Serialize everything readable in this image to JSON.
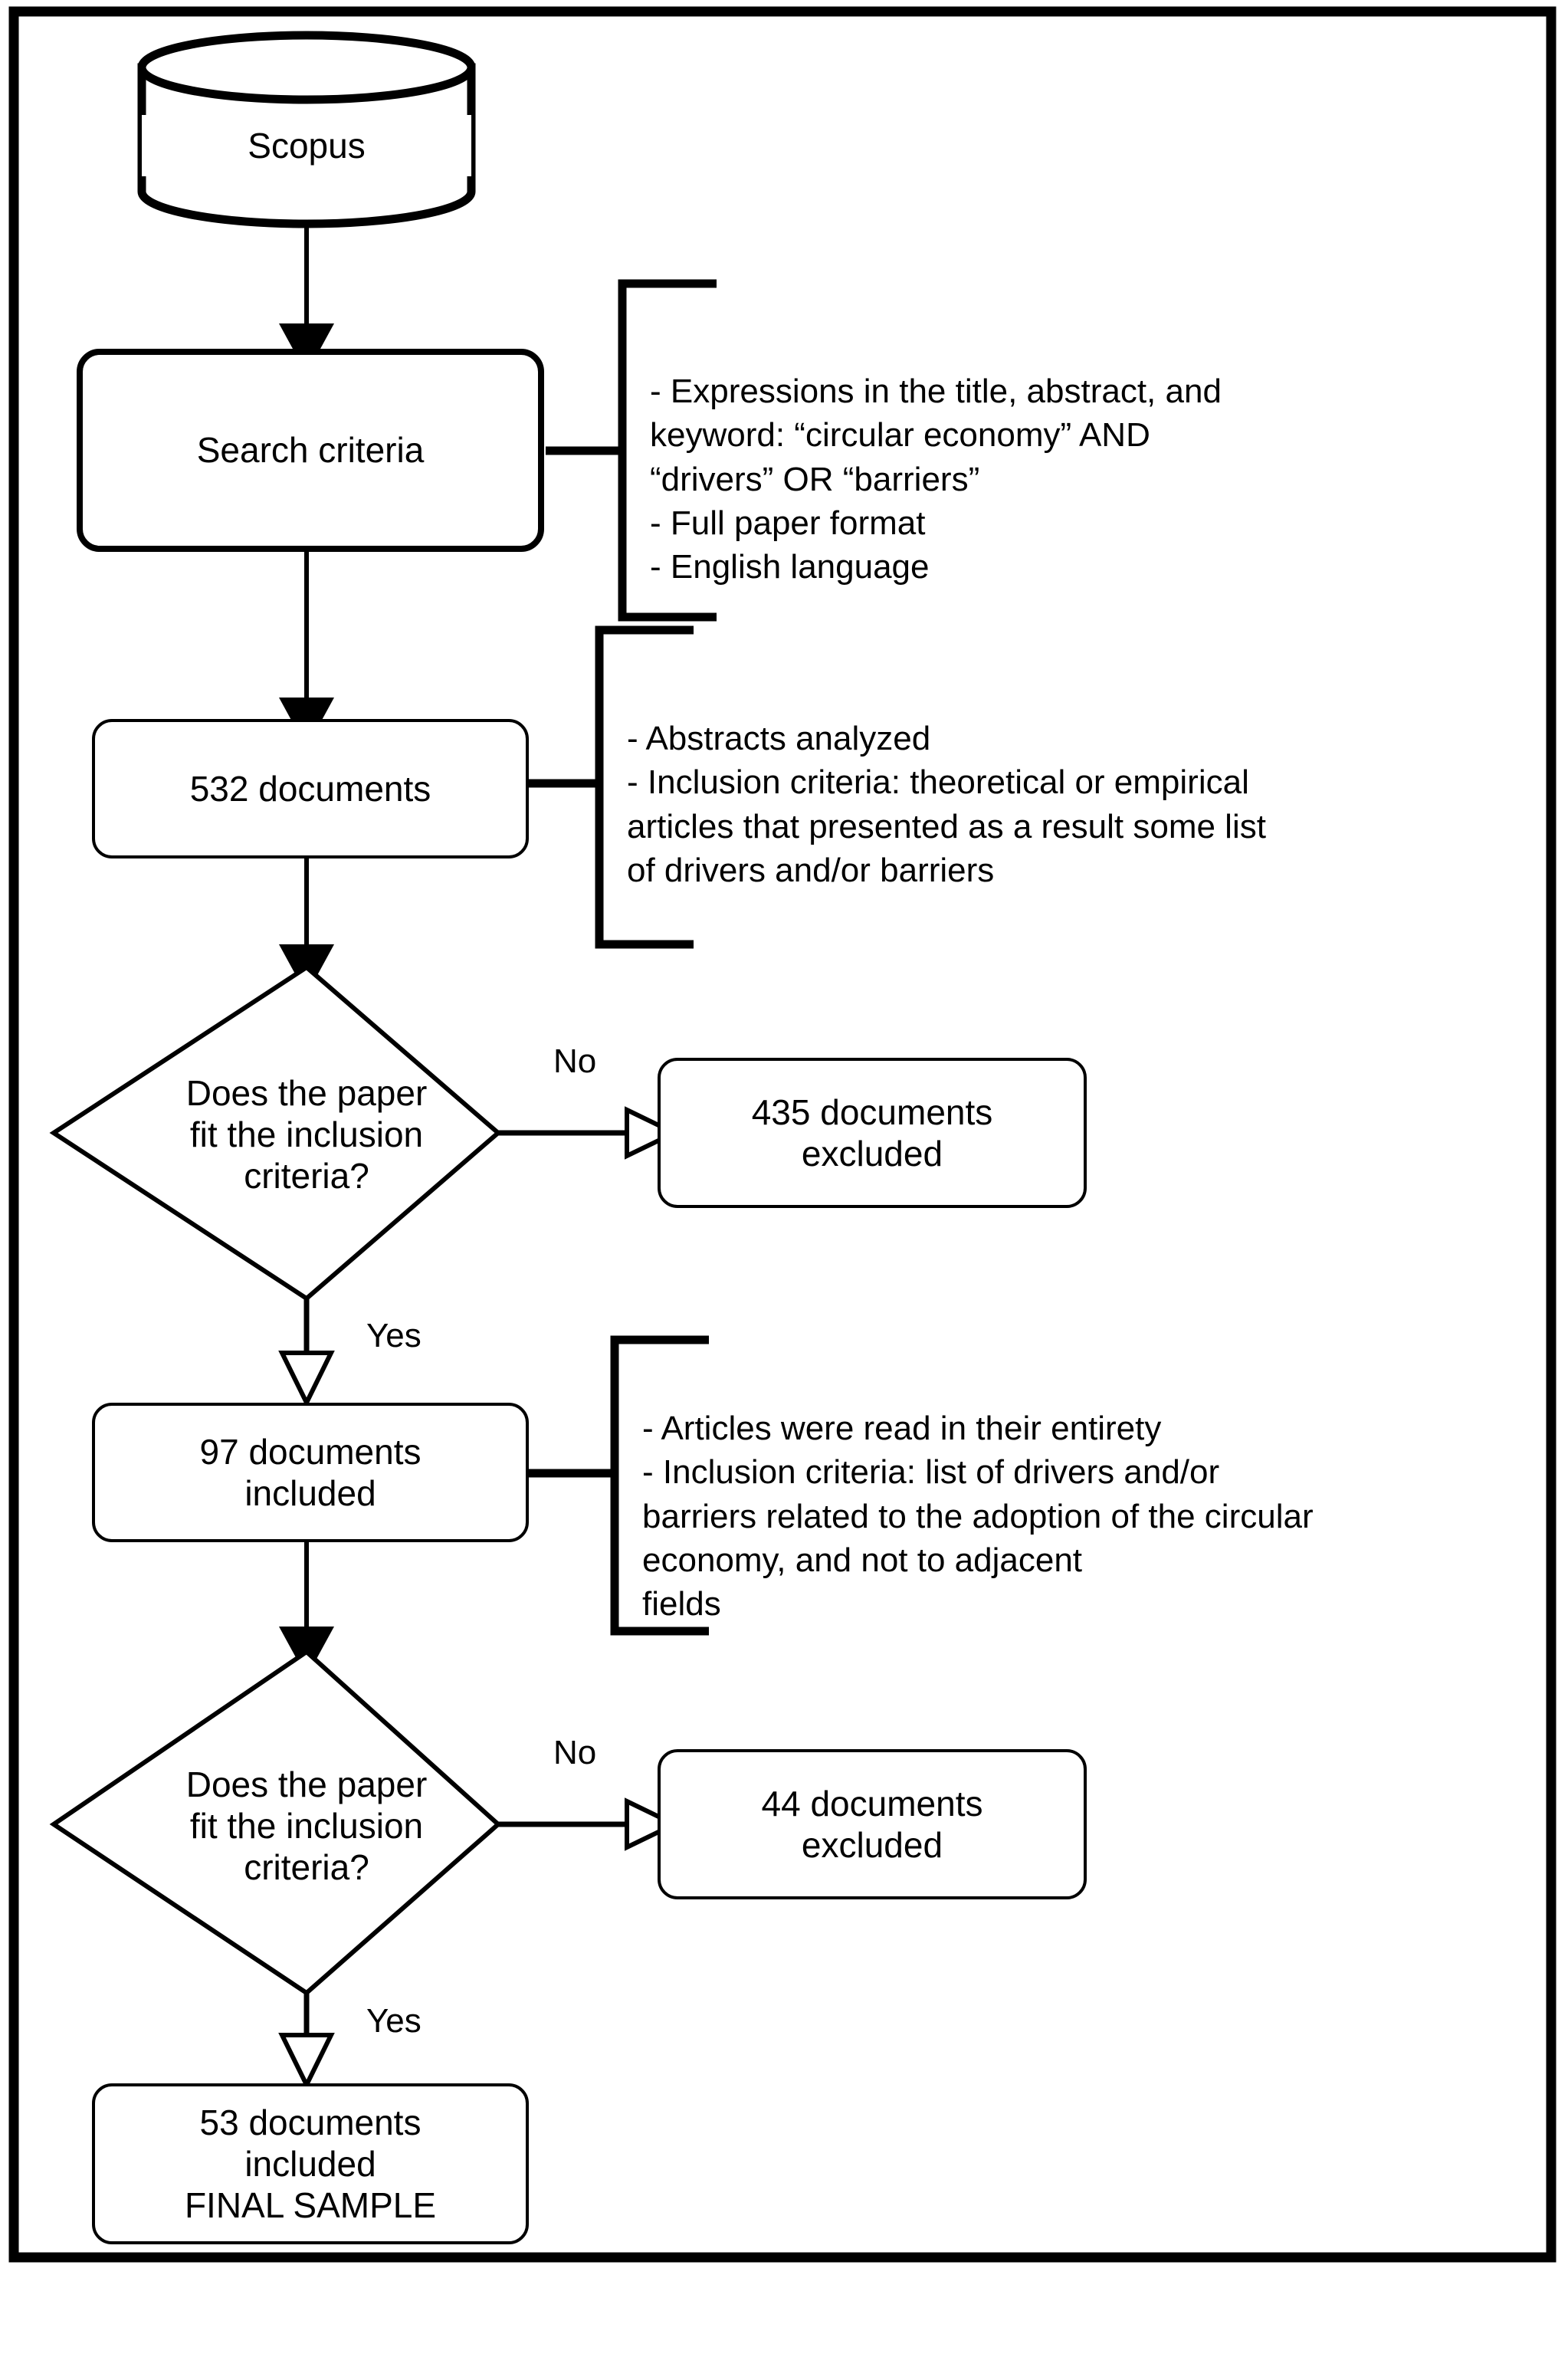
{
  "figure": {
    "type": "flowchart",
    "title": "Systematic literature review selection flow",
    "frame_color": "#000000",
    "background": "#ffffff"
  },
  "nodes": {
    "database": {
      "label": "Scopus",
      "shape": "cylinder"
    },
    "search_criteria": {
      "label": "Search criteria",
      "shape": "rounded-rectangle"
    },
    "documents_532": {
      "label": "532 documents",
      "shape": "rounded-rectangle"
    },
    "decision_1": {
      "label": "Does the paper\nfit the inclusion\ncriteria?",
      "shape": "diamond"
    },
    "excluded_435": {
      "label": "435 documents\nexcluded",
      "shape": "rounded-rectangle"
    },
    "included_97": {
      "label": "97 documents\nincluded",
      "shape": "rounded-rectangle"
    },
    "decision_2": {
      "label": "Does the paper\nfit the inclusion\ncriteria?",
      "shape": "diamond"
    },
    "excluded_44": {
      "label": "44 documents\nexcluded",
      "shape": "rounded-rectangle"
    },
    "final_53": {
      "label": "53 documents\nincluded\nFINAL SAMPLE",
      "shape": "rounded-rectangle"
    }
  },
  "annotations": {
    "search_criteria_note": "- Expressions in the title, abstract, and\nkeyword: “circular economy” AND\n“drivers” OR “barriers”\n- Full paper format\n- English language",
    "documents_532_note": "- Abstracts analyzed\n- Inclusion criteria: theoretical or empirical\narticles that presented as a result some list\nof drivers and/or barriers",
    "included_97_note": "- Articles were read in their entirety\n- Inclusion criteria: list of drivers and/or\nbarriers related to the adoption of the circular\neconomy, and not to adjacent\nfields"
  },
  "edge_labels": {
    "decision_1_no": "No",
    "decision_1_yes": "Yes",
    "decision_2_no": "No",
    "decision_2_yes": "Yes"
  }
}
